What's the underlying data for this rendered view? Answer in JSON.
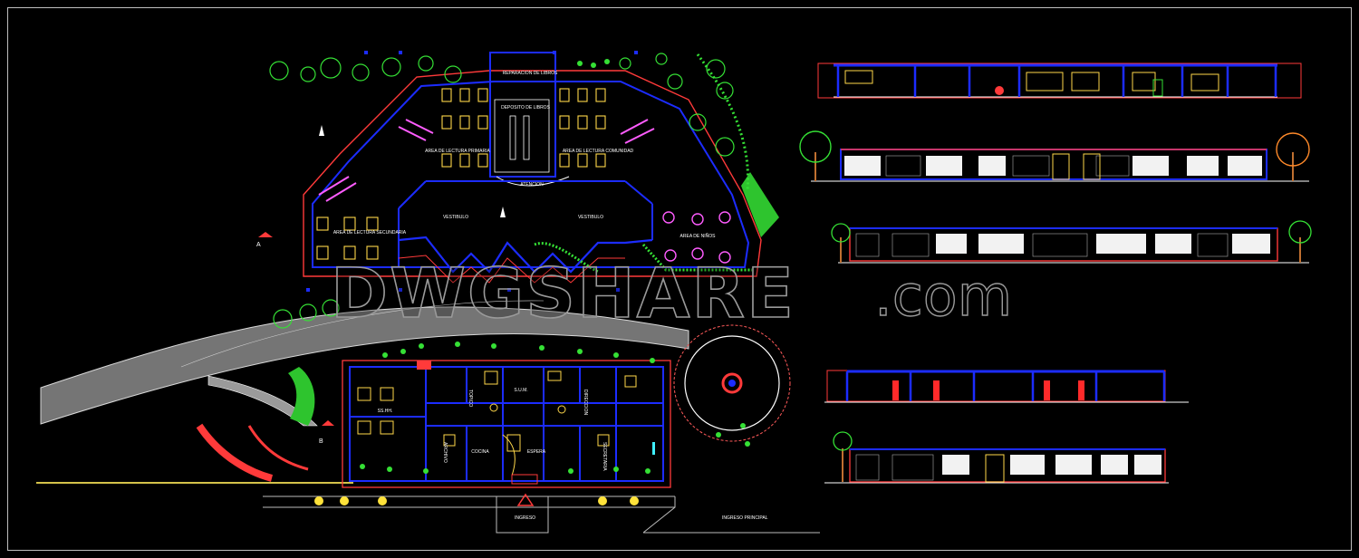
{
  "drawing": {
    "background": "#000000",
    "watermark": {
      "main": "DWGSHARE",
      "suffix": ".com"
    },
    "colors": {
      "wall": "#1c2cff",
      "partition": "#ff2a2a",
      "furniture": "#ffd84a",
      "vegetation": "#35e035",
      "accent": "#ff5cff",
      "text": "#ffffff"
    }
  },
  "library_block": {
    "rooms": {
      "repair": "REPARACION DE LIBROS",
      "deposit": "DEPOSITO DE LIBROS",
      "reading_primary": "AREA DE LECTURA PRIMARIA",
      "reading_community": "AREA DE LECTURA COMUNIDAD",
      "reading_secondary": "AREA DE LECTURA SECUNDARIA",
      "attention": "ATENCION",
      "vestibule_left": "VESTIBULO",
      "vestibule_right": "VESTIBULO",
      "kids_area": "AREA DE NIÑOS"
    },
    "section_marker": "A"
  },
  "admin_block": {
    "rooms": {
      "topico": "TOPICO",
      "sum": "S.U.M.",
      "kitchen": "COCINA",
      "waiting": "ESPERA",
      "direction": "DIRECCION",
      "secretary": "SECRETARIA",
      "archive": "ARCHIVO",
      "services": "SS.HH."
    },
    "section_marker": "B"
  },
  "entrances": {
    "secondary": "INGRESO",
    "main": "INGRESO PRINCIPAL"
  }
}
